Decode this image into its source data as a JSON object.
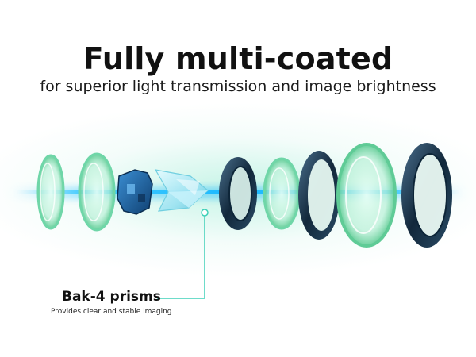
{
  "headline": "Fully multi-coated",
  "subheadline": "for superior light transmission and image brightness",
  "callout": {
    "title": "Bak-4 prisms",
    "description": "Provides clear and stable imaging"
  },
  "colors": {
    "glow": "#9eefd9",
    "beam": "#19c3ff",
    "lens_edge": "#6fd6a8",
    "ring": "#1f3c55",
    "prism_housing": "#1f67a6",
    "callout_line": "#3fd0b8"
  }
}
